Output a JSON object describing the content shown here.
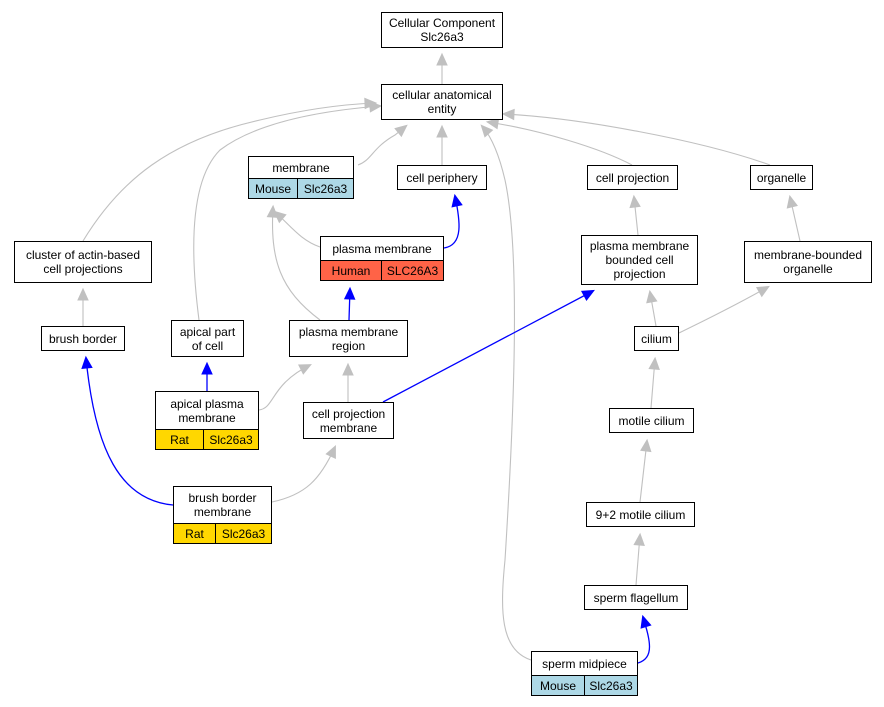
{
  "colors": {
    "gray_edge": "#c0c0c0",
    "blue_edge": "#0000ff",
    "mouse": "#add8e6",
    "rat": "#ffd700",
    "human": "#ff6347"
  },
  "nodes": {
    "cellular_component": {
      "label": "Cellular Component\nSlc26a3"
    },
    "cellular_anatomical_entity": {
      "label": "cellular anatomical\nentity"
    },
    "membrane": {
      "label": "membrane",
      "species": "Mouse",
      "gene": "Slc26a3"
    },
    "cell_periphery": {
      "label": "cell periphery"
    },
    "cell_projection": {
      "label": "cell projection"
    },
    "organelle": {
      "label": "organelle"
    },
    "cluster_actin": {
      "label": "cluster of actin-based\ncell projections"
    },
    "plasma_membrane": {
      "label": "plasma membrane",
      "species": "Human",
      "gene": "SLC26A3"
    },
    "pm_bounded_projection": {
      "label": "plasma membrane\nbounded cell\nprojection"
    },
    "membrane_bounded_organelle": {
      "label": "membrane-bounded\norganelle"
    },
    "brush_border": {
      "label": "brush border"
    },
    "apical_part": {
      "label": "apical part\nof cell"
    },
    "pm_region": {
      "label": "plasma membrane\nregion"
    },
    "cilium": {
      "label": "cilium"
    },
    "apical_pm": {
      "label": "apical plasma\nmembrane",
      "species": "Rat",
      "gene": "Slc26a3"
    },
    "cell_projection_membrane": {
      "label": "cell projection\nmembrane"
    },
    "motile_cilium": {
      "label": "motile cilium"
    },
    "brush_border_membrane": {
      "label": "brush border\nmembrane",
      "species": "Rat",
      "gene": "Slc26a3"
    },
    "motile_cilium_92": {
      "label": "9+2 motile cilium"
    },
    "sperm_flagellum": {
      "label": "sperm flagellum"
    },
    "sperm_midpiece": {
      "label": "sperm midpiece",
      "species": "Mouse",
      "gene": "Slc26a3"
    }
  }
}
